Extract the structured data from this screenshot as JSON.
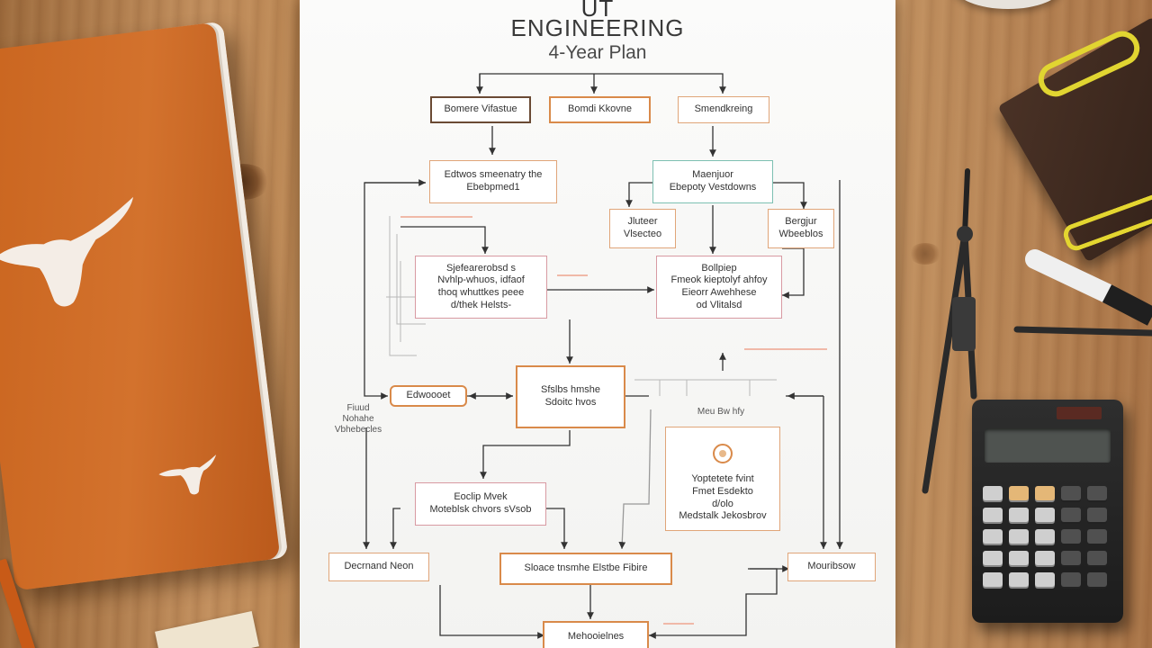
{
  "paper": {
    "title_top": "UT",
    "title": "ENGINEERING",
    "subtitle": "4-Year Plan"
  },
  "flowchart": {
    "row1": [
      "Bomere Vifastue",
      "Bomdi Kkovne",
      "Smendkreing"
    ],
    "b_left_mid": "Edtwos smeenatry the\nEbebpmed1",
    "b_right_mid": "Maenjuor\nEbepoty Vestdowns",
    "b_small_left": "Jluteer\nVlsecteo",
    "b_small_right": "Bergjur\nWbeeblos",
    "b_center_left": "Sjefearerobsd s\nNvhlp-whuos, idfaof\nthoq whuttkes peee\nd/thek Helsts-",
    "b_center_right": "Bollpiep\nFmeok kieptolyf ahfoy\nEieorr Awehhese\nod Vlitalsd",
    "b_edwo": "Edwoooet",
    "b_center": "Sfslbs hmshe\nSdoitc hvos",
    "b_right_panel": "Yoptetete fvint\nFmet Esdekto\nd/olo\nMedstalk Jekosbrov",
    "b_small_mid": "Eoclip Mvek\nMoteblsk chvors sVsob",
    "b_bottom_left": "Decrnand Neon",
    "b_bottom_center": "Sloace tnsmhe  Elstbe Fibire",
    "b_bottom_right": "Mouribsow",
    "b_bottom": "Mehooielnes",
    "note_left": "Fiuud\nNohahe\nVbhebecles",
    "note_panel": "Meu Bw hfy"
  },
  "colors": {
    "notebook": "#d3722d",
    "box_border": "#e0a579",
    "accent_teal": "#7dc0b2",
    "clip_yellow": "#e1d531"
  },
  "icons": [
    "longhorn-logo",
    "paperclip",
    "calculator",
    "compass"
  ]
}
